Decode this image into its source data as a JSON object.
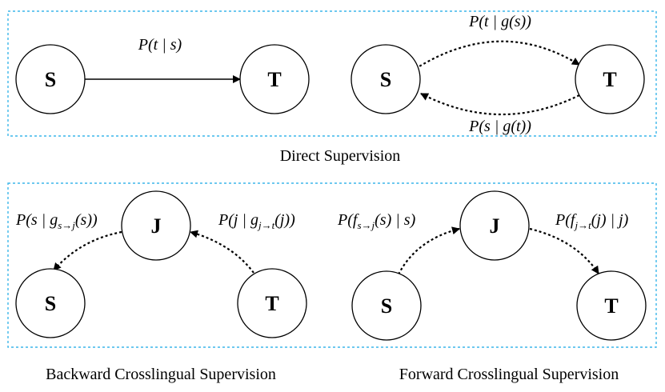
{
  "direct": {
    "caption": "Direct Supervision",
    "left": {
      "source": "S",
      "target": "T",
      "edge": {
        "p": "P(",
        "a": "t",
        "bar": " | ",
        "b": "s",
        "close": ")"
      }
    },
    "right": {
      "source": "S",
      "target": "T",
      "top_edge": {
        "p": "P(",
        "a": "t",
        "bar": " | ",
        "fn": "g",
        "open": "(",
        "b": "s",
        "close": "))"
      },
      "bottom_edge": {
        "p": "P(",
        "a": "s",
        "bar": " | ",
        "fn": "g",
        "open": "(",
        "b": "t",
        "close": "))"
      }
    }
  },
  "backward": {
    "caption": "Backward Crosslingual Supervision",
    "source": "S",
    "pivot": "J",
    "target": "T",
    "left_edge": {
      "p": "P(",
      "a": "s",
      "bar": " | ",
      "fn": "g",
      "sub": "s→j",
      "open": "(",
      "b": "s",
      "close": "))"
    },
    "right_edge": {
      "p": "P(",
      "a": "j",
      "bar": " | ",
      "fn": "g",
      "sub": "j→t",
      "open": "(",
      "b": "j",
      "close": "))"
    }
  },
  "forward": {
    "caption": "Forward Crosslingual Supervision",
    "source": "S",
    "pivot": "J",
    "target": "T",
    "left_edge": {
      "p": "P(",
      "fn": "f",
      "sub": "s→j",
      "open": "(",
      "a": "s",
      "close1": ")",
      "bar": " | ",
      "b": "s",
      "close": ")"
    },
    "right_edge": {
      "p": "P(",
      "fn": "f",
      "sub": "j→t",
      "open": "(",
      "a": "j",
      "close1": ")",
      "bar": " | ",
      "b": "j",
      "close": ")"
    }
  }
}
